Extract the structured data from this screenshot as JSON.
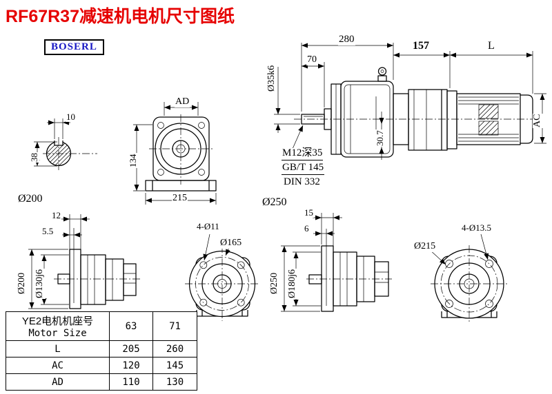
{
  "page": {
    "title": "RF67R37减速机电机尺寸图纸",
    "brand": "BOSERL"
  },
  "assembly": {
    "overall": "280",
    "shaft_len": "70",
    "mid_len": "157",
    "motor_len": "L",
    "motor_od": "AC",
    "shaft_dia": "Ø35k6",
    "inner_dim": "30.7",
    "callout1": "M12深35",
    "callout2": "GB/T 145",
    "callout3": "DIN 332"
  },
  "shaft_section": {
    "key_width": "10",
    "height": "38"
  },
  "gearbox_front": {
    "width_top": "AD",
    "height": "134",
    "width": "215"
  },
  "flange_small": {
    "caption": "Ø200",
    "thickness": "12",
    "recess": "5.5",
    "od": "Ø200",
    "spigot": "Ø130j6",
    "holes": "4-Ø11",
    "bolt_circle": "Ø165"
  },
  "flange_large": {
    "caption": "Ø250",
    "thickness": "15",
    "recess": "6",
    "od": "Ø250",
    "spigot": "Ø180j6",
    "holes": "4-Ø13.5",
    "bolt_circle": "Ø215"
  },
  "table": {
    "header_cn": "YE2电机机座号",
    "header_en": "Motor Size",
    "columns": [
      "63",
      "71"
    ],
    "rows": [
      {
        "label": "L",
        "values": [
          "205",
          "260"
        ]
      },
      {
        "label": "AC",
        "values": [
          "120",
          "145"
        ]
      },
      {
        "label": "AD",
        "values": [
          "110",
          "130"
        ]
      }
    ]
  },
  "colors": {
    "title_red": "#e60000",
    "brand_blue": "#1717c4",
    "line": "#000000"
  }
}
